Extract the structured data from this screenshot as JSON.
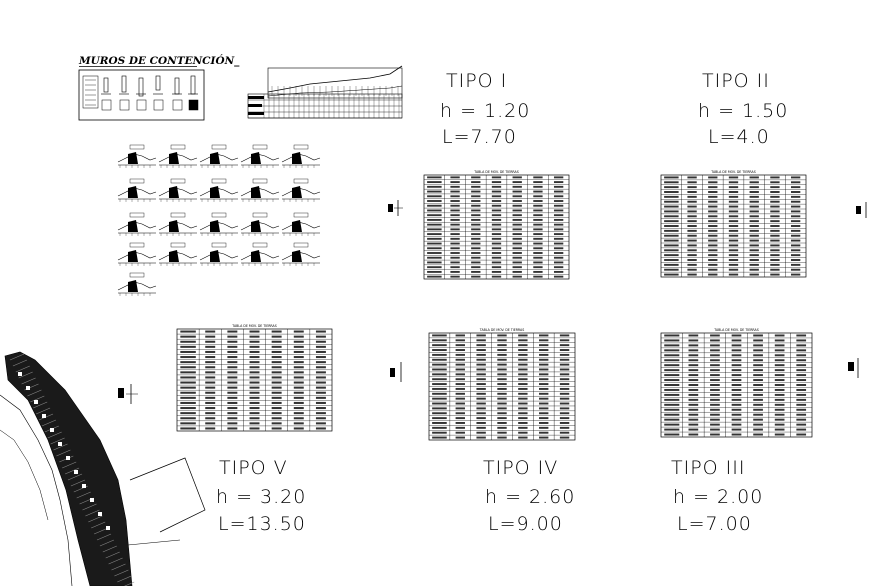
{
  "drawing": {
    "title": "MUROS DE CONTENCIÓN_"
  },
  "wall_types": [
    {
      "id": "tipo-i",
      "name": "TIPO I",
      "h": "h  =  1.20",
      "L": "L=7.70"
    },
    {
      "id": "tipo-ii",
      "name": "TIPO II",
      "h": "h  =  1.50",
      "L": "L=4.0"
    },
    {
      "id": "tipo-iii",
      "name": "TIPO III",
      "h": "h  =  2.00",
      "L": "L=7.00"
    },
    {
      "id": "tipo-iv",
      "name": "TIPO IV",
      "h": "h  =  2.60",
      "L": "L=9.00"
    },
    {
      "id": "tipo-v",
      "name": "TIPO V",
      "h": "h  =  3.20",
      "L": "L=13.50"
    }
  ],
  "tables": {
    "title": "TABLA DE MOV. DE TIERRAS"
  }
}
